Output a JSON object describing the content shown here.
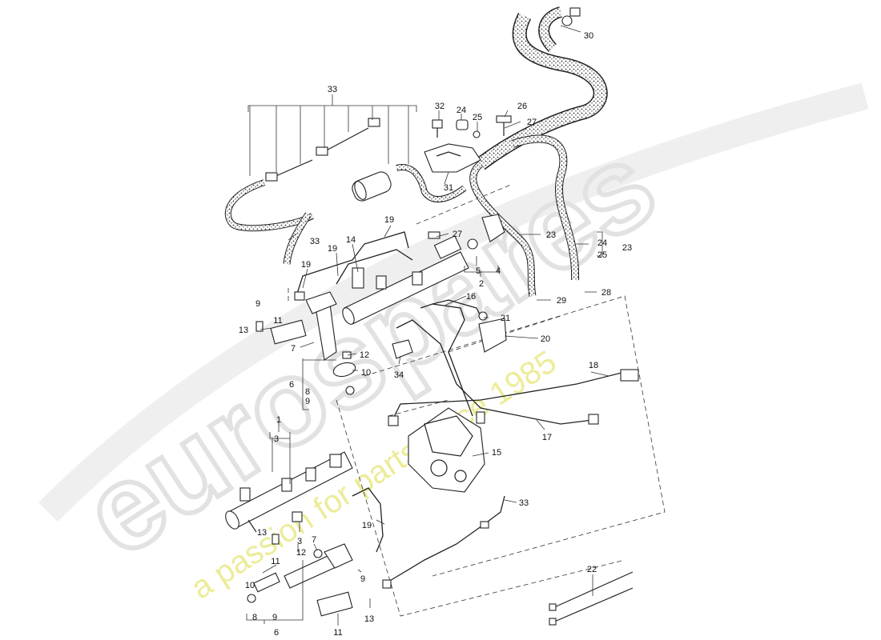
{
  "watermark": {
    "brand": "eurospares",
    "tagline": "a passion for parts since 1985"
  },
  "callouts": {
    "c1": "1",
    "c2": "2",
    "c3a": "3",
    "c3b": "3",
    "c4": "4",
    "c5": "5",
    "c6a": "6",
    "c6b": "6",
    "c7a": "7",
    "c7b": "7",
    "c8a": "8",
    "c8b": "8",
    "c9a": "9",
    "c9b": "9",
    "c9c": "9",
    "c9d": "9",
    "c10a": "10",
    "c10b": "10",
    "c11a": "11",
    "c11b": "11",
    "c12a": "12",
    "c12b": "12",
    "c13a": "13",
    "c13b": "13",
    "c14": "14",
    "c15": "15",
    "c16": "16",
    "c17": "17",
    "c18": "18",
    "c19a": "19",
    "c19b": "19",
    "c19c": "19",
    "c19d": "19",
    "c20": "20",
    "c21": "21",
    "c22": "22",
    "c23a": "23",
    "c23b": "23",
    "c24a": "24",
    "c24b": "24",
    "c25a": "25",
    "c25b": "25",
    "c26": "26",
    "c27a": "27",
    "c27b": "27",
    "c28": "28",
    "c29": "29",
    "c30": "30",
    "c31": "31",
    "c32": "32",
    "c33a": "33",
    "c33b": "33",
    "c33c": "33",
    "c34": "34"
  },
  "colors": {
    "line": "#222222",
    "watermark_grey": "#e4e4e4",
    "watermark_yellow": "#ecec9a"
  }
}
